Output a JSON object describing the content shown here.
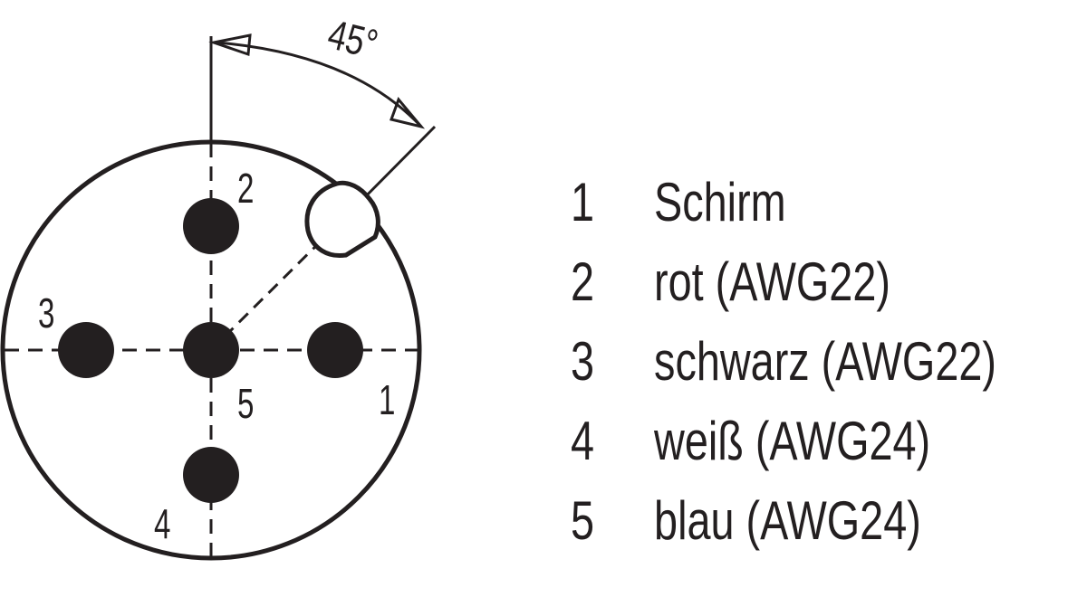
{
  "connector": {
    "angle_label": "45°",
    "pin_labels": {
      "p1": "1",
      "p2": "2",
      "p3": "3",
      "p4": "4",
      "p5": "5"
    }
  },
  "legend": [
    {
      "number": "1",
      "text": "Schirm"
    },
    {
      "number": "2",
      "text": "rot (AWG22)"
    },
    {
      "number": "3",
      "text": "schwarz (AWG22)"
    },
    {
      "number": "4",
      "text": "weiß (AWG24)"
    },
    {
      "number": "5",
      "text": "blau (AWG24)"
    }
  ],
  "colors": {
    "ink": "#231f20",
    "background": "#ffffff"
  }
}
